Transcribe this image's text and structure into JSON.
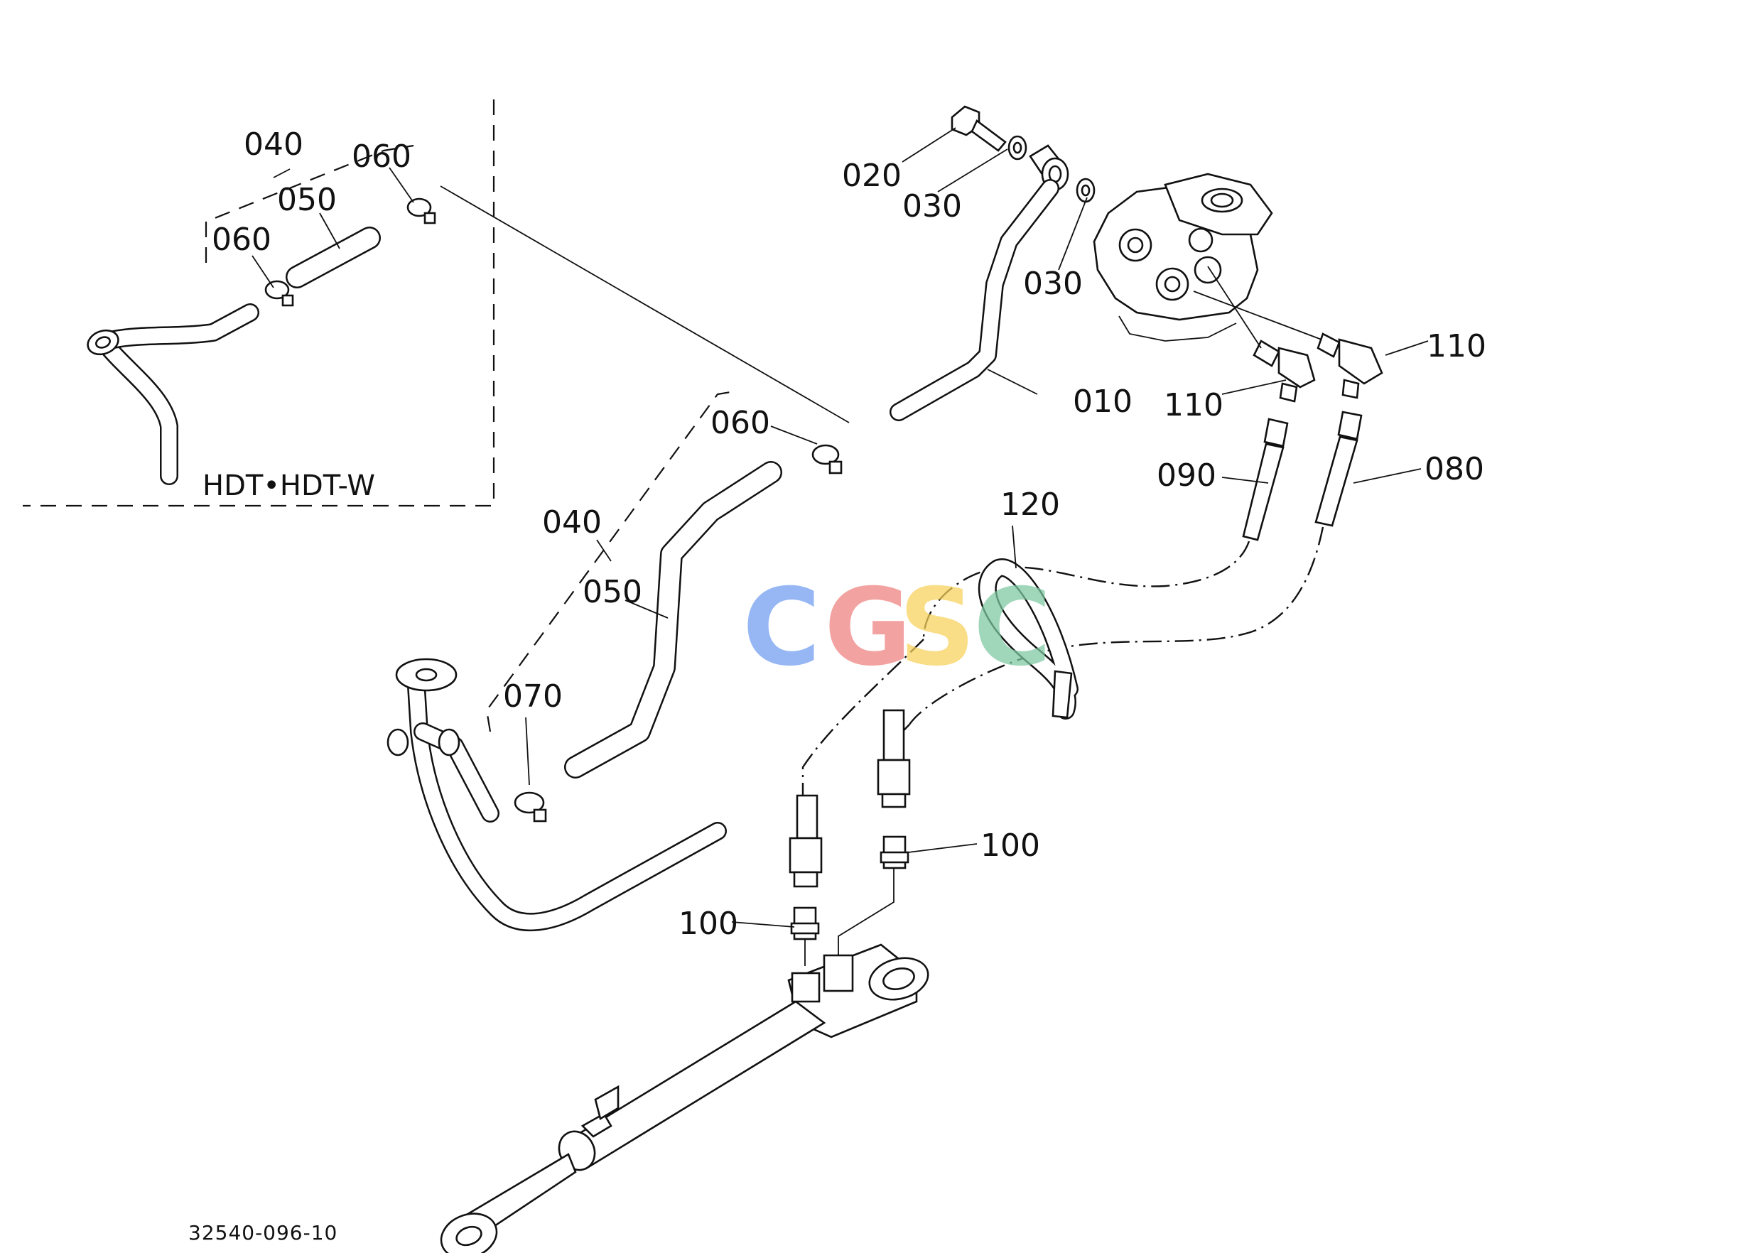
{
  "diagram": {
    "drawing_number": "32540-096-10",
    "variant_note": "HDT•HDT-W",
    "watermark": {
      "letters": [
        "C",
        "G",
        "S",
        "C"
      ],
      "colors": [
        "#6f9cf0",
        "#ef7f7f",
        "#f7d25a",
        "#7cc8a0"
      ]
    },
    "callouts": [
      {
        "id": "c010",
        "text": "010"
      },
      {
        "id": "c020",
        "text": "020"
      },
      {
        "id": "c030a",
        "text": "030"
      },
      {
        "id": "c030b",
        "text": "030"
      },
      {
        "id": "c040a",
        "text": "040"
      },
      {
        "id": "c050a",
        "text": "050"
      },
      {
        "id": "c060a",
        "text": "060"
      },
      {
        "id": "c060b",
        "text": "060"
      },
      {
        "id": "c040b",
        "text": "040"
      },
      {
        "id": "c050b",
        "text": "050"
      },
      {
        "id": "c060c",
        "text": "060"
      },
      {
        "id": "c070",
        "text": "070"
      },
      {
        "id": "c080",
        "text": "080"
      },
      {
        "id": "c090",
        "text": "090"
      },
      {
        "id": "c100a",
        "text": "100"
      },
      {
        "id": "c100b",
        "text": "100"
      },
      {
        "id": "c110a",
        "text": "110"
      },
      {
        "id": "c110b",
        "text": "110"
      },
      {
        "id": "c120",
        "text": "120"
      }
    ]
  }
}
